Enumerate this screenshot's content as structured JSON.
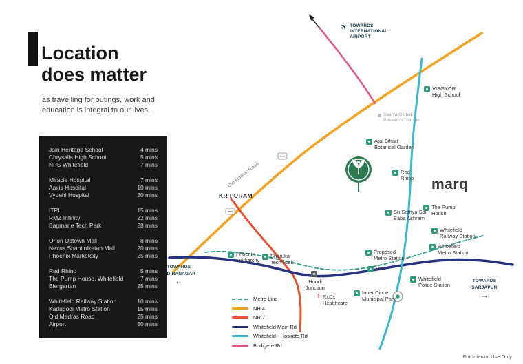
{
  "intro": {
    "title_line1": "Location",
    "title_line2": "does matter",
    "subtitle": "as travelling for outings, work and\neducation is integral to our lives."
  },
  "travel_times": {
    "groups": [
      {
        "items": [
          {
            "name": "Jain Heritage School",
            "time": "4 mins"
          },
          {
            "name": "Chrysalis High School",
            "time": "5 mins"
          },
          {
            "name": "NPS Whitefield",
            "time": "7 mins"
          }
        ]
      },
      {
        "items": [
          {
            "name": "Miracle Hospital",
            "time": "7 mins"
          },
          {
            "name": "Aaxis Hospital",
            "time": "10 mins"
          },
          {
            "name": "Vydehi Hospital",
            "time": "20 mins"
          }
        ]
      },
      {
        "items": [
          {
            "name": "ITPL",
            "time": "15 mins"
          },
          {
            "name": "RMZ Infinity",
            "time": "22 mins"
          },
          {
            "name": "Bagmane Tech Park",
            "time": "28 mins"
          }
        ]
      },
      {
        "items": [
          {
            "name": "Orion Uptown Mall",
            "time": "8 mins"
          },
          {
            "name": "Nexus Shantiniketan Mall",
            "time": "20 mins"
          },
          {
            "name": "Phoenix Marketcity",
            "time": "25 mins"
          }
        ]
      },
      {
        "items": [
          {
            "name": "Red Rhino",
            "time": "5 mins"
          },
          {
            "name": "The Pump House, Whitefield",
            "time": "7 mins"
          },
          {
            "name": "Biergarten",
            "time": "25 mins"
          }
        ]
      },
      {
        "items": [
          {
            "name": "Whitefield Railway Station",
            "time": "10 mins"
          },
          {
            "name": "Kadugodi Metro Station",
            "time": "15 mins"
          },
          {
            "name": "Old Madras Road",
            "time": "25 mins"
          },
          {
            "name": "Airport",
            "time": "50 mins"
          }
        ]
      }
    ]
  },
  "legend": {
    "items": [
      {
        "label": "Metro Line",
        "color": "#2E9C8E",
        "style": "dashed"
      },
      {
        "label": "NH 4",
        "color": "#F6A21C",
        "style": "solid"
      },
      {
        "label": "NH 7",
        "color": "#E8502E",
        "style": "solid"
      },
      {
        "label": "Whitefield Main Rd",
        "color": "#28327E",
        "style": "solid"
      },
      {
        "label": "Whitefield - Hoskote Rd",
        "color": "#3BB8D8",
        "style": "solid"
      },
      {
        "label": "Budigere Rd",
        "color": "#E8537C",
        "style": "solid"
      }
    ]
  },
  "brand": {
    "marker_green": "#2E7A50",
    "poi_marker_green": "#2E9C7A"
  },
  "map": {
    "labels": {
      "towards_airport": "TOWARDS\nINTERNATIONAL\nAIRPORT",
      "vibgyor": "VIBGYOR\nHigh School",
      "saarya": "Saarya Global\nResearch Triangle",
      "atal_bihari": "Atal Bihari\nBotanical Garden",
      "red_rhino": "Red\nRhino",
      "marq_logo": "marq",
      "sri_sathya": "Sri Sathya Sai\nBaba Ashram",
      "pump_house": "The Pump\nHouse",
      "whitefield_railway": "Whitefield\nRailway Station",
      "whitefield_metro": "Whitefield\nMetro Station",
      "proposed_metro": "Proposed\nMetro Station",
      "itpl": "ITPL",
      "phoenix": "Phoenix\nMarketcity",
      "bhoruka": "Bhoruka\nTech Park",
      "hoodi": "Hoodi\nJunction",
      "rxdx": "RxDx\nHealthcare",
      "inner_circle": "Inner Circle\nMunicipal Park",
      "police": "Whitefield\nPolice Station",
      "towards_indiranagar": "TOWARDS\nINDIRANAGAR",
      "towards_sarjapur": "TOWARDS\nSARJAPUR",
      "kr_puram": "KR PURAM",
      "old_madras_road": "Old Madras Road",
      "plane_icon": "✈",
      "arrow_left": "←",
      "arrow_right": "→"
    }
  },
  "footer": {
    "note": "For Internal Use Only"
  }
}
